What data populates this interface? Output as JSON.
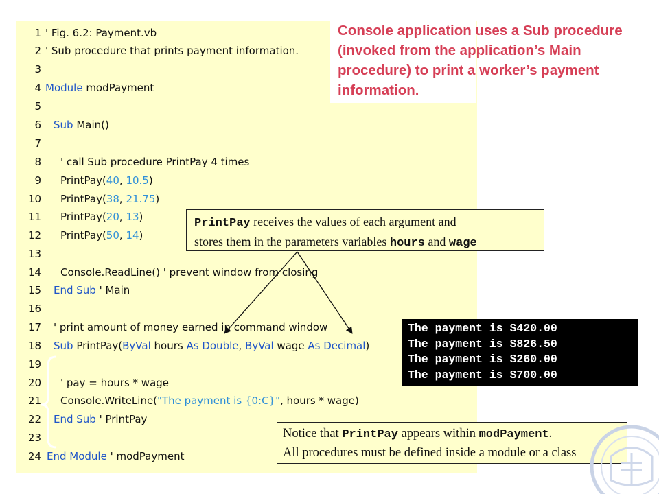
{
  "title": "Console application uses a Sub procedure (invoked from the application’s Main procedure) to print a worker’s payment information.",
  "code_lines": [
    {
      "n": "1",
      "indent": 4,
      "parts": [
        {
          "t": "' Fig. 6.2: Payment.vb",
          "k": "plain"
        }
      ]
    },
    {
      "n": "2",
      "indent": 4,
      "parts": [
        {
          "t": "' Sub procedure that prints payment information.",
          "k": "plain"
        }
      ]
    },
    {
      "n": "3",
      "indent": 0,
      "parts": []
    },
    {
      "n": "4",
      "indent": 4,
      "parts": [
        {
          "t": "Module",
          "k": "kw"
        },
        {
          "t": " modPayment",
          "k": "plain"
        }
      ]
    },
    {
      "n": "5",
      "indent": 0,
      "parts": []
    },
    {
      "n": "6",
      "indent": 16,
      "parts": [
        {
          "t": "Sub",
          "k": "kw"
        },
        {
          "t": " Main()",
          "k": "plain"
        }
      ]
    },
    {
      "n": "7",
      "indent": 0,
      "parts": []
    },
    {
      "n": "8",
      "indent": 26,
      "parts": [
        {
          "t": "' call Sub procedure PrintPay 4 times",
          "k": "plain"
        }
      ]
    },
    {
      "n": "9",
      "indent": 26,
      "parts": [
        {
          "t": "PrintPay(",
          "k": "plain"
        },
        {
          "t": "40",
          "k": "num"
        },
        {
          "t": ", ",
          "k": "plain"
        },
        {
          "t": "10.5",
          "k": "num"
        },
        {
          "t": ")",
          "k": "plain"
        }
      ]
    },
    {
      "n": "10",
      "indent": 26,
      "parts": [
        {
          "t": "PrintPay(",
          "k": "plain"
        },
        {
          "t": "38",
          "k": "num"
        },
        {
          "t": ", ",
          "k": "plain"
        },
        {
          "t": "21.75",
          "k": "num"
        },
        {
          "t": ")",
          "k": "plain"
        }
      ]
    },
    {
      "n": "11",
      "indent": 26,
      "parts": [
        {
          "t": "PrintPay(",
          "k": "plain"
        },
        {
          "t": "20",
          "k": "num"
        },
        {
          "t": ", ",
          "k": "plain"
        },
        {
          "t": "13",
          "k": "num"
        },
        {
          "t": ")",
          "k": "plain"
        }
      ]
    },
    {
      "n": "12",
      "indent": 26,
      "parts": [
        {
          "t": "PrintPay(",
          "k": "plain"
        },
        {
          "t": "50",
          "k": "num"
        },
        {
          "t": ", ",
          "k": "plain"
        },
        {
          "t": "14",
          "k": "num"
        },
        {
          "t": ")",
          "k": "plain"
        }
      ]
    },
    {
      "n": "13",
      "indent": 0,
      "parts": []
    },
    {
      "n": "14",
      "indent": 26,
      "parts": [
        {
          "t": "Console.ReadLine() ' prevent window from closing",
          "k": "plain"
        }
      ]
    },
    {
      "n": "15",
      "indent": 16,
      "parts": [
        {
          "t": "End Sub",
          "k": "kw"
        },
        {
          "t": " ' Main",
          "k": "plain"
        }
      ]
    },
    {
      "n": "16",
      "indent": 0,
      "parts": []
    },
    {
      "n": "17",
      "indent": 16,
      "parts": [
        {
          "t": "' print amount of money earned in command window",
          "k": "plain"
        }
      ]
    },
    {
      "n": "18",
      "indent": 16,
      "parts": [
        {
          "t": "Sub",
          "k": "kw"
        },
        {
          "t": " PrintPay(",
          "k": "plain"
        },
        {
          "t": "ByVal",
          "k": "kw"
        },
        {
          "t": " hours ",
          "k": "plain"
        },
        {
          "t": "As Double",
          "k": "kw"
        },
        {
          "t": ", ",
          "k": "plain"
        },
        {
          "t": "ByVal",
          "k": "kw"
        },
        {
          "t": " wage ",
          "k": "plain"
        },
        {
          "t": "As Decimal",
          "k": "kw"
        },
        {
          "t": ")",
          "k": "plain"
        }
      ]
    },
    {
      "n": "19",
      "indent": 0,
      "parts": []
    },
    {
      "n": "20",
      "indent": 26,
      "parts": [
        {
          "t": "' pay = hours * wage",
          "k": "plain"
        }
      ]
    },
    {
      "n": "21",
      "indent": 26,
      "parts": [
        {
          "t": "Console.WriteLine(",
          "k": "plain"
        },
        {
          "t": "\"The payment is {0:C}\"",
          "k": "str"
        },
        {
          "t": ", hours * wage)",
          "k": "plain"
        }
      ]
    },
    {
      "n": "22",
      "indent": 16,
      "parts": [
        {
          "t": "End Sub",
          "k": "kw"
        },
        {
          "t": " ' PrintPay",
          "k": "plain"
        }
      ]
    },
    {
      "n": "23",
      "indent": 0,
      "parts": []
    },
    {
      "n": "24",
      "indent": 6,
      "parts": [
        {
          "t": "End Module",
          "k": "kw"
        },
        {
          "t": " ' modPayment",
          "k": "plain"
        }
      ]
    }
  ],
  "callout_printpay": {
    "line1_code": "PrintPay",
    "line1_text": " receives the values of each argument and",
    "line2_text": "stores them in the parameters variables ",
    "line2_code1": "hours",
    "line2_and": " and ",
    "line2_code2": "wage"
  },
  "callout_module": {
    "line1_a": "Notice that ",
    "line1_code1": "PrintPay",
    "line1_b": " appears within ",
    "line1_code2": "modPayment",
    "line1_c": ".",
    "line2": "All procedures must be defined inside a module or a class"
  },
  "output_lines": [
    "The payment is $420.00",
    "The payment is $826.50",
    "The payment is $260.00",
    "The payment is $700.00"
  ],
  "colors": {
    "code_bg": "#ffffcc",
    "keyword": "#1f55c8",
    "number": "#2f8fd8",
    "title": "#d63f56",
    "console_bg": "#000000"
  }
}
